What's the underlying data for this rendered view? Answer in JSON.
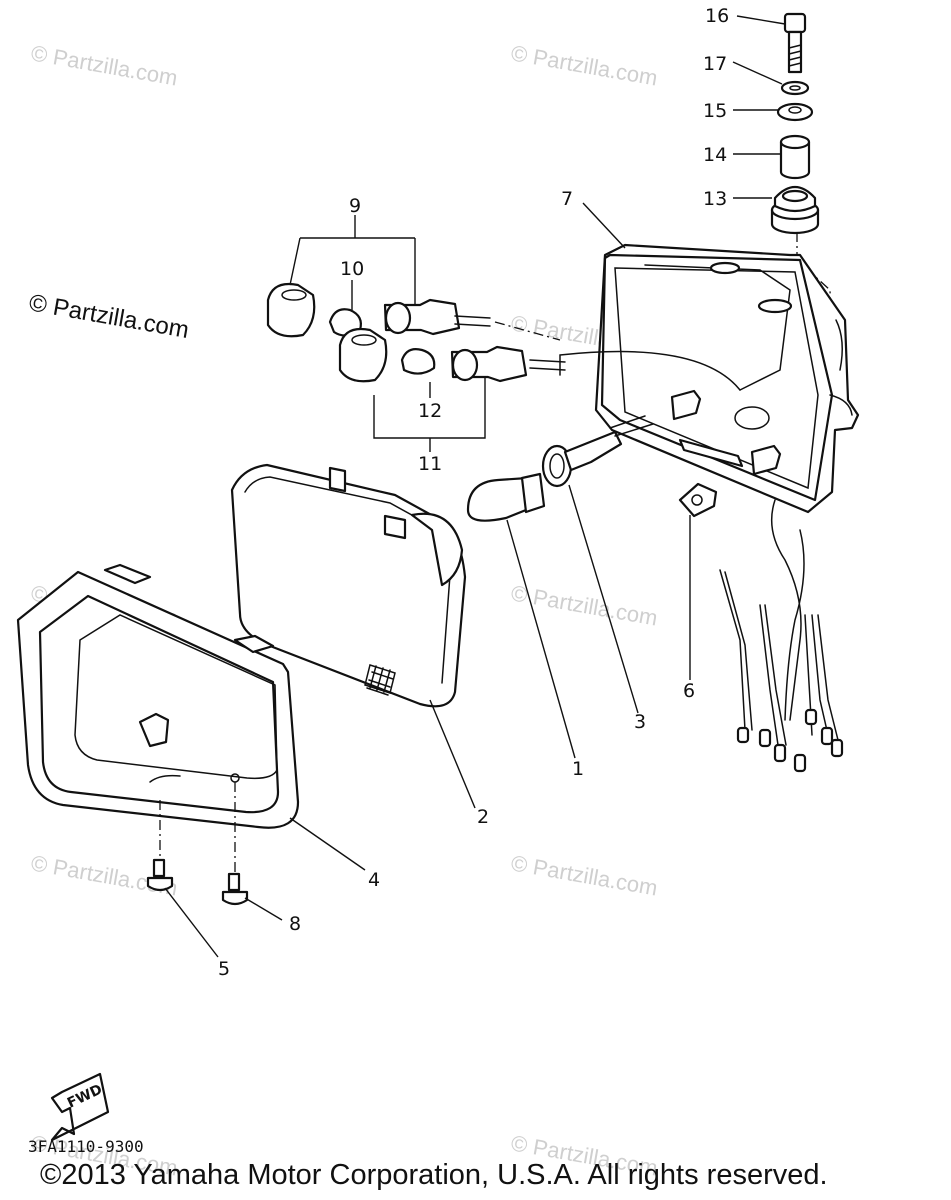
{
  "watermarks": {
    "small": "© Partzilla.com",
    "large": "© Partzilla.com"
  },
  "callouts": [
    "1",
    "2",
    "3",
    "4",
    "5",
    "6",
    "7",
    "8",
    "9",
    "10",
    "11",
    "12",
    "13",
    "14",
    "15",
    "16",
    "17"
  ],
  "fwd_label": "FWD",
  "diagram_code": "3FA1110-9300",
  "copyright": "©2013 Yamaha Motor Corporation, U.S.A. All rights reserved.",
  "icons": {
    "fwd_arrow": "forward-arrow-icon"
  }
}
